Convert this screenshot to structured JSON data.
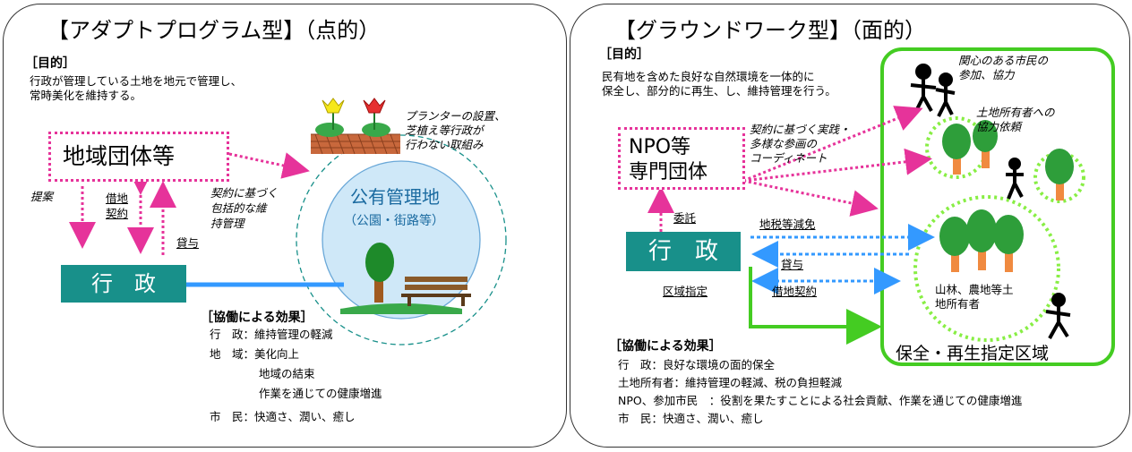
{
  "left": {
    "title": "【アダプトプログラム型】（点的）",
    "purpose_heading": "［目的］",
    "purpose_lines": [
      "行政が管理している土地を地元で管理し、",
      "常時美化を維持する。"
    ],
    "org_box": "地域団体等",
    "gov_box": "行　政",
    "arrow_propose": "提案",
    "arrow_borrow": [
      "借地",
      "契約"
    ],
    "arrow_lend": "貸与",
    "contract_note": [
      "契約に基づく",
      "包括的な維",
      "持管理"
    ],
    "planter_note": [
      "プランターの設置、",
      "芝植え等行政が",
      "行わない取組み"
    ],
    "land_title": "公有管理地",
    "land_sub": "（公園・街路等）",
    "effects_heading": "［協働による効果］",
    "effects": [
      "行　政：維持管理の軽減",
      "地　域：美化向上",
      "地域の結束",
      "作業を通じての健康増進",
      "市　民：快適さ、潤い、癒し"
    ]
  },
  "right": {
    "title": "【グラウンドワーク型】（面的）",
    "purpose_heading": "［目的］",
    "purpose_lines": [
      "民有地を含めた良好な自然環境を一体的に",
      "保全し、部分的に再生、し、維持管理を行う。"
    ],
    "npo_box": [
      "NPO等",
      "専門団体"
    ],
    "gov_box": "行　政",
    "commission": "委託",
    "coordinate_note": [
      "契約に基づく実践・",
      "多様な参画の",
      "コーディネート"
    ],
    "tax_exempt": "地税等減免",
    "lend": "貸与",
    "borrow_contract": "借地契約",
    "zone_designation": "区域指定",
    "citizens_label": [
      "関心のある市民の",
      "参加、協力"
    ],
    "owners_request": [
      "土地所有者への",
      "協力依頼"
    ],
    "forest_owners": [
      "山林、農地等土",
      "地所有者"
    ],
    "zone_label": "保全・再生指定区域",
    "effects_heading": "［協働による効果］",
    "effects": [
      "行　政：良好な環境の面的保全",
      "土地所有者：維持管理の軽減、税の負担軽減",
      "NPO、参加市民　：役割を果たすことによる社会貢献、作業を通じての健康増進",
      "市　民：快適さ、潤い、癒し"
    ]
  },
  "colors": {
    "pink": "#e6339a",
    "teal": "#18908a",
    "blue": "#3399ff",
    "green": "#44cc22",
    "tree": "#2e9e3a",
    "trunk": "#f08a40",
    "circle_fill": "#cfe8f8"
  }
}
